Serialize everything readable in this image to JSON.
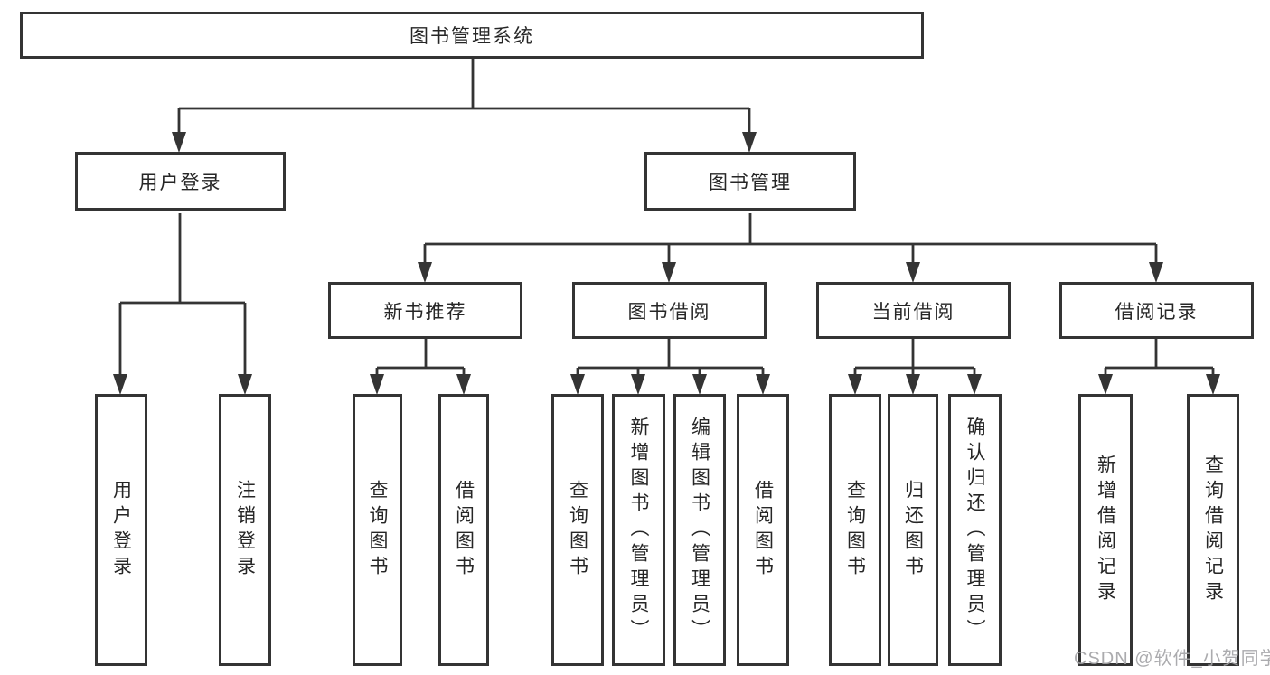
{
  "colors": {
    "background": "#ffffff",
    "line": "#343434",
    "box_border": "#343434",
    "text": "#262626",
    "watermark": "#a3a3a6"
  },
  "tree": {
    "label": "图书管理系统",
    "children": [
      {
        "label": "用户登录",
        "children": [
          {
            "label": "用户登录"
          },
          {
            "label": "注销登录"
          }
        ]
      },
      {
        "label": "图书管理",
        "children": [
          {
            "label": "新书推荐",
            "children": [
              {
                "label": "查询图书"
              },
              {
                "label": "借阅图书"
              }
            ]
          },
          {
            "label": "图书借阅",
            "children": [
              {
                "label": "查询图书"
              },
              {
                "label": "新增图书（管理员）"
              },
              {
                "label": "编辑图书（管理员）"
              },
              {
                "label": "借阅图书"
              }
            ]
          },
          {
            "label": "当前借阅",
            "children": [
              {
                "label": "查询图书"
              },
              {
                "label": "归还图书"
              },
              {
                "label": "确认归还（管理员）"
              }
            ]
          },
          {
            "label": "借阅记录",
            "children": [
              {
                "label": "新增借阅记录"
              },
              {
                "label": "查询借阅记录"
              }
            ]
          }
        ]
      }
    ]
  },
  "watermark": {
    "text": "CSDN @软件_小贺同学"
  }
}
